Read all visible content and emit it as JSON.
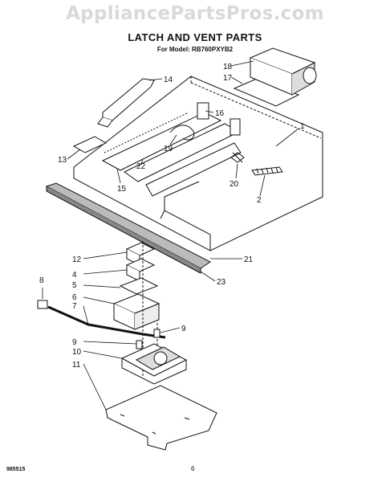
{
  "watermark": "AppliancePartsPros.com",
  "title": "LATCH AND VENT PARTS",
  "model_line": "For Model: RB760PXYB2",
  "callouts": [
    "18",
    "17",
    "14",
    "16",
    "1",
    "19",
    "13",
    "22",
    "15",
    "20",
    "2",
    "12",
    "21",
    "4",
    "23",
    "8",
    "5",
    "6",
    "7",
    "9",
    "9",
    "10",
    "11"
  ],
  "footer": {
    "code": "985515",
    "page": "6"
  }
}
